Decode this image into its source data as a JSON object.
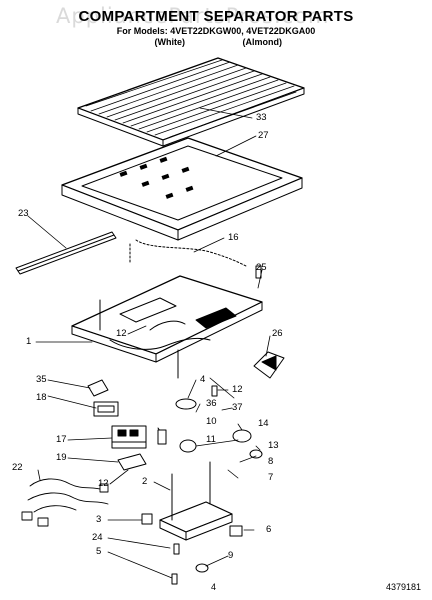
{
  "header": {
    "title": "COMPARTMENT SEPARATOR PARTS",
    "models": "For Models: 4VET22DKGW00, 4VET22DKGA00",
    "color_white": "(White)",
    "color_almond": "(Almond)"
  },
  "watermark": "AppliancePartsPros.com",
  "footer": {
    "page": "4",
    "code": "4379181"
  },
  "parts": {
    "p1": "1",
    "p2": "2",
    "p3": "3",
    "p4": "4",
    "p5": "5",
    "p6": "6",
    "p7": "7",
    "p8": "8",
    "p9": "9",
    "p10": "10",
    "p11": "11",
    "p12a": "12",
    "p12b": "12",
    "p12c": "12",
    "p13": "13",
    "p14": "14",
    "p16": "16",
    "p17": "17",
    "p18": "18",
    "p19": "19",
    "p22": "22",
    "p23": "23",
    "p24": "24",
    "p25": "25",
    "p26": "26",
    "p27": "27",
    "p33": "33",
    "p35": "35",
    "p36": "36",
    "p37": "37"
  }
}
